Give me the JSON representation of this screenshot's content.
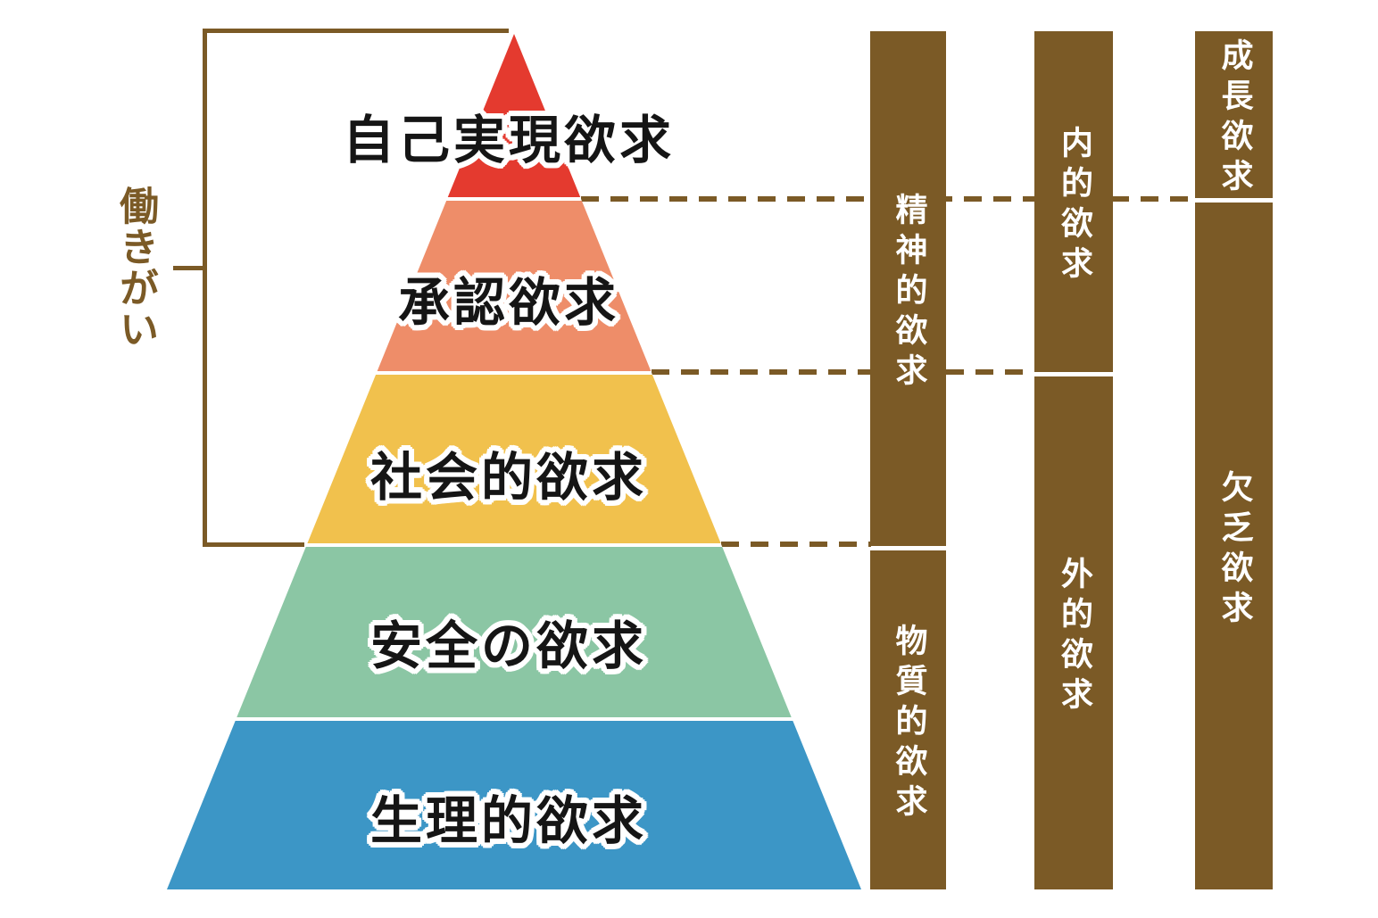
{
  "diagram": {
    "left_annotation": {
      "label": "働きがい"
    },
    "pyramid": {
      "levels": [
        {
          "name": "self-actualization",
          "label": "自己実現欲求",
          "color": "#e43a2f"
        },
        {
          "name": "esteem",
          "label": "承認欲求",
          "color": "#ee8d69"
        },
        {
          "name": "social",
          "label": "社会的欲求",
          "color": "#f1c14d"
        },
        {
          "name": "safety",
          "label": "安全の欲求",
          "color": "#8bc6a4"
        },
        {
          "name": "physiological",
          "label": "生理的欲求",
          "color": "#3c96c6"
        }
      ]
    },
    "category_bars": [
      {
        "name": "mental-vs-material",
        "upper_label": "精神的欲求",
        "lower_label": "物質的欲求"
      },
      {
        "name": "internal-vs-external",
        "upper_label": "内的欲求",
        "lower_label": "外的欲求"
      },
      {
        "name": "growth-vs-deficiency",
        "upper_label": "成長欲求",
        "lower_label": "欠乏欲求"
      }
    ],
    "colors": {
      "bar_brown": "#7b5a26",
      "line_brown": "#7b5a26",
      "level_text": "#151515",
      "bar_text": "#ffffff",
      "background": "#ffffff"
    }
  }
}
